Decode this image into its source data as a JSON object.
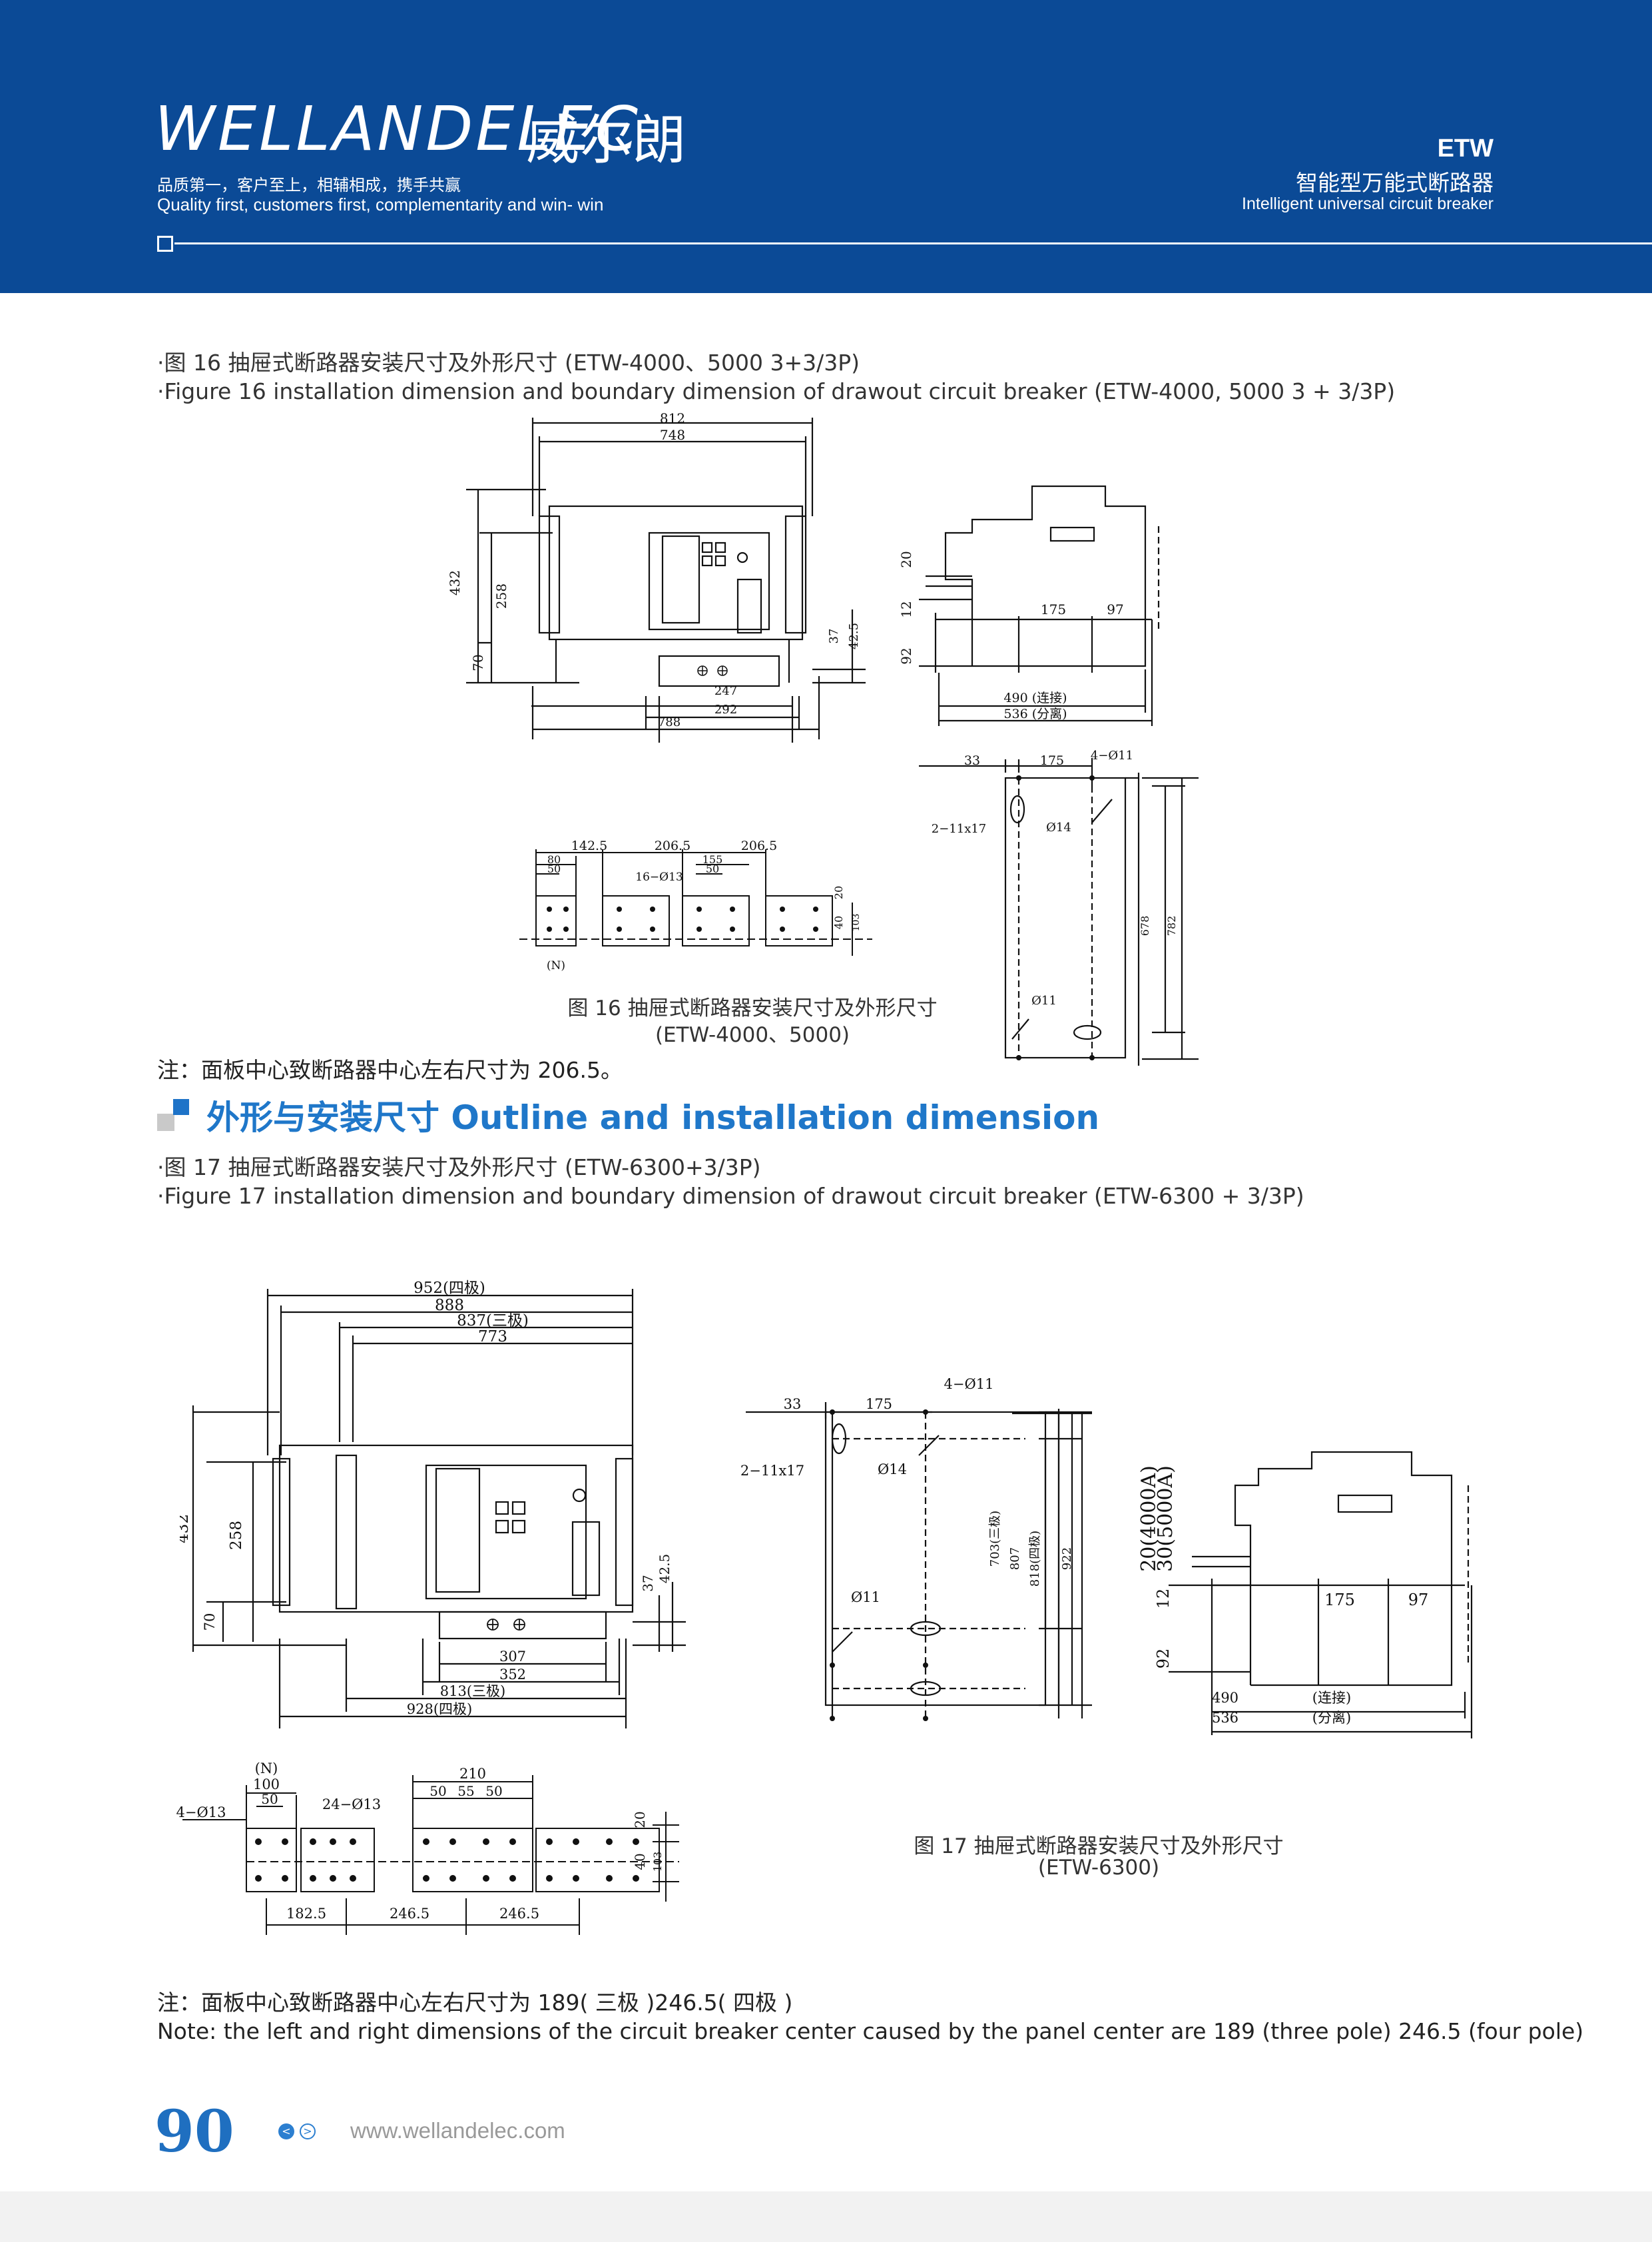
{
  "header": {
    "brand": "WELLANDELEC",
    "brand_cn": "威尔朗",
    "slogan_cn": "品质第一，客户至上，相辅相成，携手共赢",
    "slogan_en": "Quality first, customers first, complementarity and win- win",
    "product_code": "ETW",
    "product_cn": "智能型万能式断路器",
    "product_en": "Intelligent universal circuit breaker"
  },
  "figure16": {
    "caption_cn": "·图 16 抽屉式断路器安装尺寸及外形尺寸 (ETW-4000、5000 3+3/3P)",
    "caption_en": "·Figure 16 installation dimension and boundary dimension of drawout circuit breaker (ETW-4000, 5000 3 + 3/3P)",
    "label_line1": "图 16 抽屉式断路器安装尺寸及外形尺寸",
    "label_line2": "(ETW-4000、5000)",
    "front": {
      "d812": "812",
      "d748": "748",
      "d432": "432",
      "d258": "258",
      "d70": "70",
      "d37": "37",
      "d42_5": "42.5",
      "d247": "247",
      "d292": "292",
      "d788": "788"
    },
    "side": {
      "d20": "20",
      "d12": "12",
      "d92": "92",
      "d175": "175",
      "d97": "97",
      "d490": "490 (连接)",
      "d536": "536 (分离)"
    },
    "bars": {
      "d142_5": "142.5",
      "d206_5a": "206.5",
      "d206_5b": "206.5",
      "d80": "80",
      "d50a": "50",
      "d16": "16−Ø13",
      "d155": "155",
      "d50b": "50",
      "d20": "20",
      "d40": "40",
      "d103": "103",
      "n": "(N)"
    },
    "mount": {
      "d33": "33",
      "d175": "175",
      "d4x11": "4−Ø11",
      "d2x11": "2−11x17",
      "d14": "Ø14",
      "d11": "Ø11",
      "d678": "678",
      "d782": "782"
    }
  },
  "note16": "注：面板中心致断路器中心左右尺寸为 206.5。",
  "section_title": "外形与安装尺寸 Outline and installation dimension",
  "figure17": {
    "caption_cn": "·图 17 抽屉式断路器安装尺寸及外形尺寸 (ETW-6300+3/3P)",
    "caption_en": "·Figure 17 installation dimension and boundary dimension of drawout circuit breaker (ETW-6300 + 3/3P)",
    "label_line1": "图 17 抽屉式断路器安装尺寸及外形尺寸",
    "label_line2": "(ETW-6300)",
    "front": {
      "d952": "952(四极)",
      "d888": "888",
      "d837": "837(三极)",
      "d773": "773",
      "d432": "432",
      "d258": "258",
      "d70": "70",
      "d37": "37",
      "d42_5": "42.5",
      "d307": "307",
      "d352": "352",
      "d813": "813(三极)",
      "d928": "928(四极)"
    },
    "mount": {
      "d33": "33",
      "d175": "175",
      "d4x11": "4−Ø11",
      "d2x11": "2−11x17",
      "d14": "Ø14",
      "d11": "Ø11",
      "d703": "703(三极)",
      "d807": "807",
      "d818": "818(四极)",
      "d922": "922"
    },
    "side": {
      "d20": "20(4000A)",
      "d30": "30(5000A)",
      "d12": "12",
      "d92": "92",
      "d175": "175",
      "d97": "97",
      "d490": "490",
      "d490l": "(连接)",
      "d536": "536",
      "d536l": "(分离)"
    },
    "bars": {
      "n": "(N)",
      "d100": "100",
      "d50a": "50",
      "d4x13": "4−Ø13",
      "d24x13": "24−Ø13",
      "d210": "210",
      "d50b": "50",
      "d55": "55",
      "d50c": "50",
      "d20": "20",
      "d40": "40",
      "d103": "103",
      "d182_5": "182.5",
      "d246_5a": "246.5",
      "d246_5b": "246.5"
    }
  },
  "note17_cn": "注：面板中心致断路器中心左右尺寸为 189( 三极 )246.5( 四极 )",
  "note17_en": "Note: the left and right dimensions of the circuit breaker center caused by the panel center are 189 (three pole) 246.5 (four pole)",
  "footer": {
    "page_number": "90",
    "url": "www.wellandelec.com",
    "prev": "<",
    "next": ">"
  }
}
